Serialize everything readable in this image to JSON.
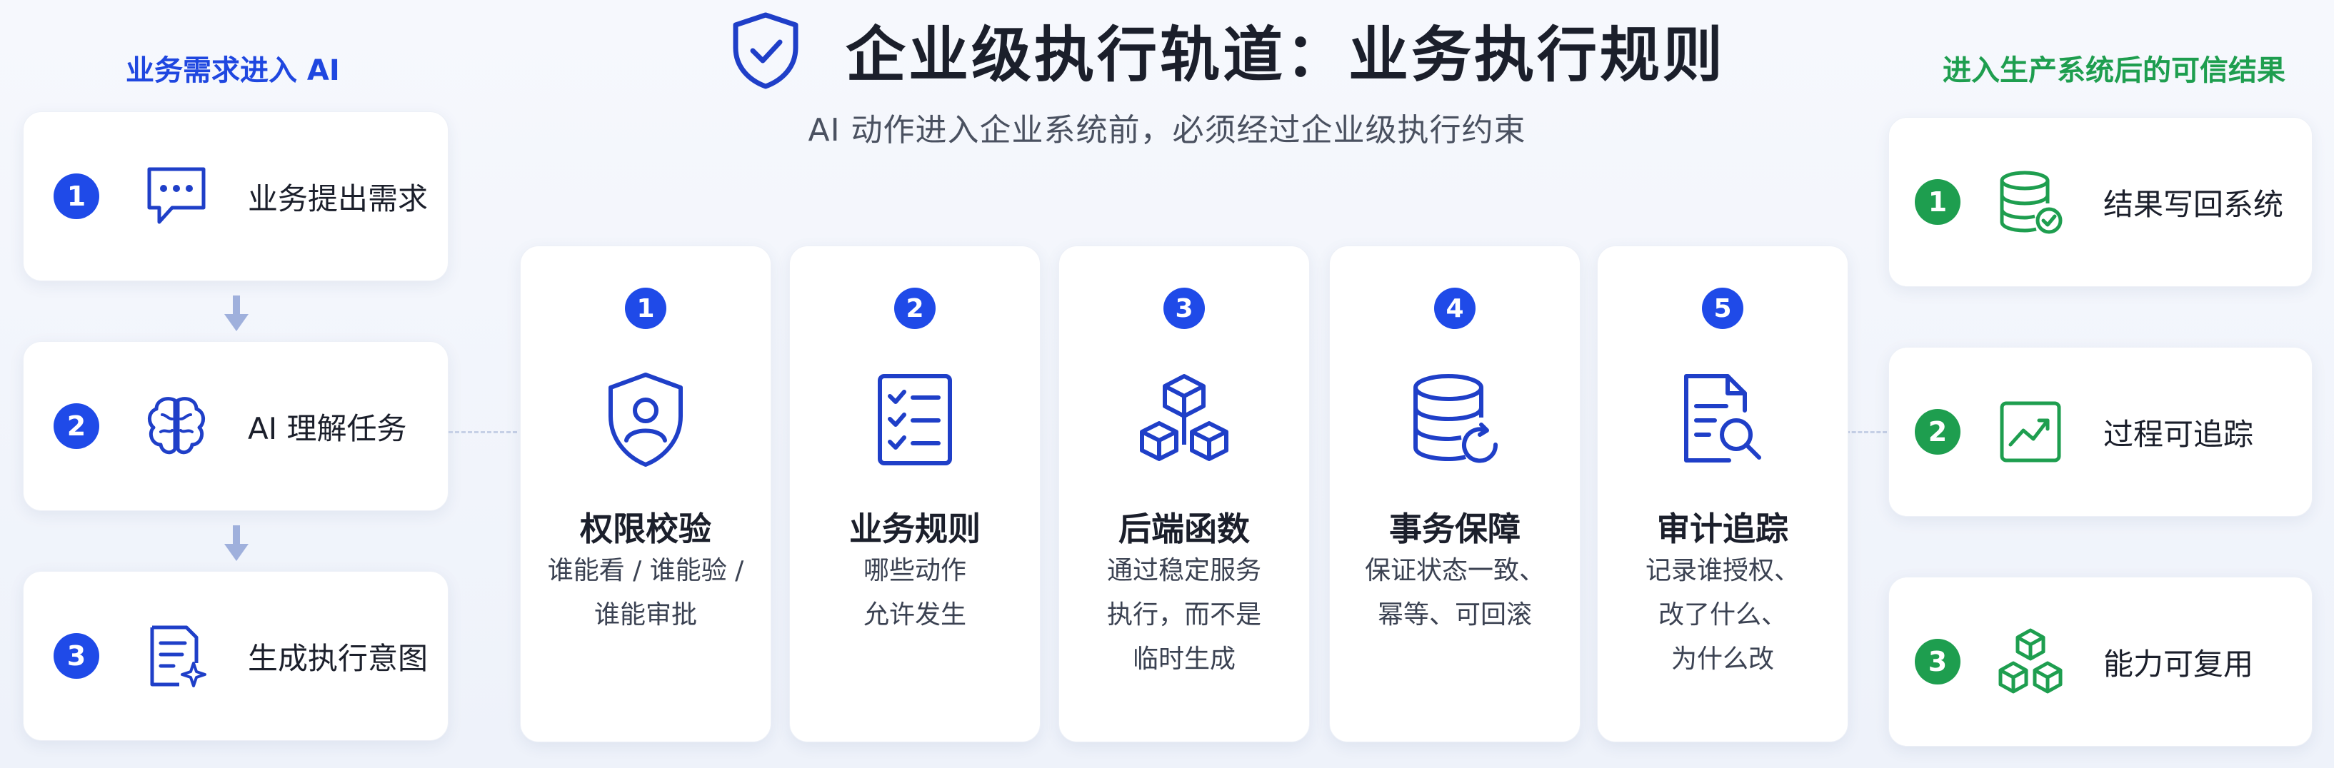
{
  "header": {
    "title": "企业级执行轨道：业务执行规则",
    "subtitle": "AI 动作进入企业系统前，必须经过企业级执行约束",
    "icon": "shield-check-icon"
  },
  "left_panel": {
    "heading": "业务需求进入 AI",
    "accent_color": "#1f4ae8",
    "items": [
      {
        "num": "1",
        "label": "业务提出需求",
        "icon": "chat-bubble-icon"
      },
      {
        "num": "2",
        "label": "AI 理解任务",
        "icon": "brain-icon"
      },
      {
        "num": "3",
        "label": "生成执行意图",
        "icon": "document-sparkle-icon"
      }
    ]
  },
  "steps": [
    {
      "num": "1",
      "title": "权限校验",
      "desc": [
        "谁能看 / 谁能验 /",
        "谁能审批"
      ],
      "icon": "shield-user-icon"
    },
    {
      "num": "2",
      "title": "业务规则",
      "desc": [
        "哪些动作",
        "允许发生"
      ],
      "icon": "checklist-icon"
    },
    {
      "num": "3",
      "title": "后端函数",
      "desc": [
        "通过稳定服务",
        "执行，而不是",
        "临时生成"
      ],
      "icon": "cubes-icon"
    },
    {
      "num": "4",
      "title": "事务保障",
      "desc": [
        "保证状态一致、",
        "幂等、可回滚"
      ],
      "icon": "database-refresh-icon"
    },
    {
      "num": "5",
      "title": "审计追踪",
      "desc": [
        "记录谁授权、",
        "改了什么、",
        "为什么改"
      ],
      "icon": "document-search-icon"
    }
  ],
  "right_panel": {
    "heading": "进入生产系统后的可信结果",
    "accent_color": "#1e9e4f",
    "items": [
      {
        "num": "1",
        "label": "结果写回系统",
        "icon": "database-check-icon"
      },
      {
        "num": "2",
        "label": "过程可追踪",
        "icon": "trend-chart-icon"
      },
      {
        "num": "3",
        "label": "能力可复用",
        "icon": "cubes-icon"
      }
    ]
  }
}
